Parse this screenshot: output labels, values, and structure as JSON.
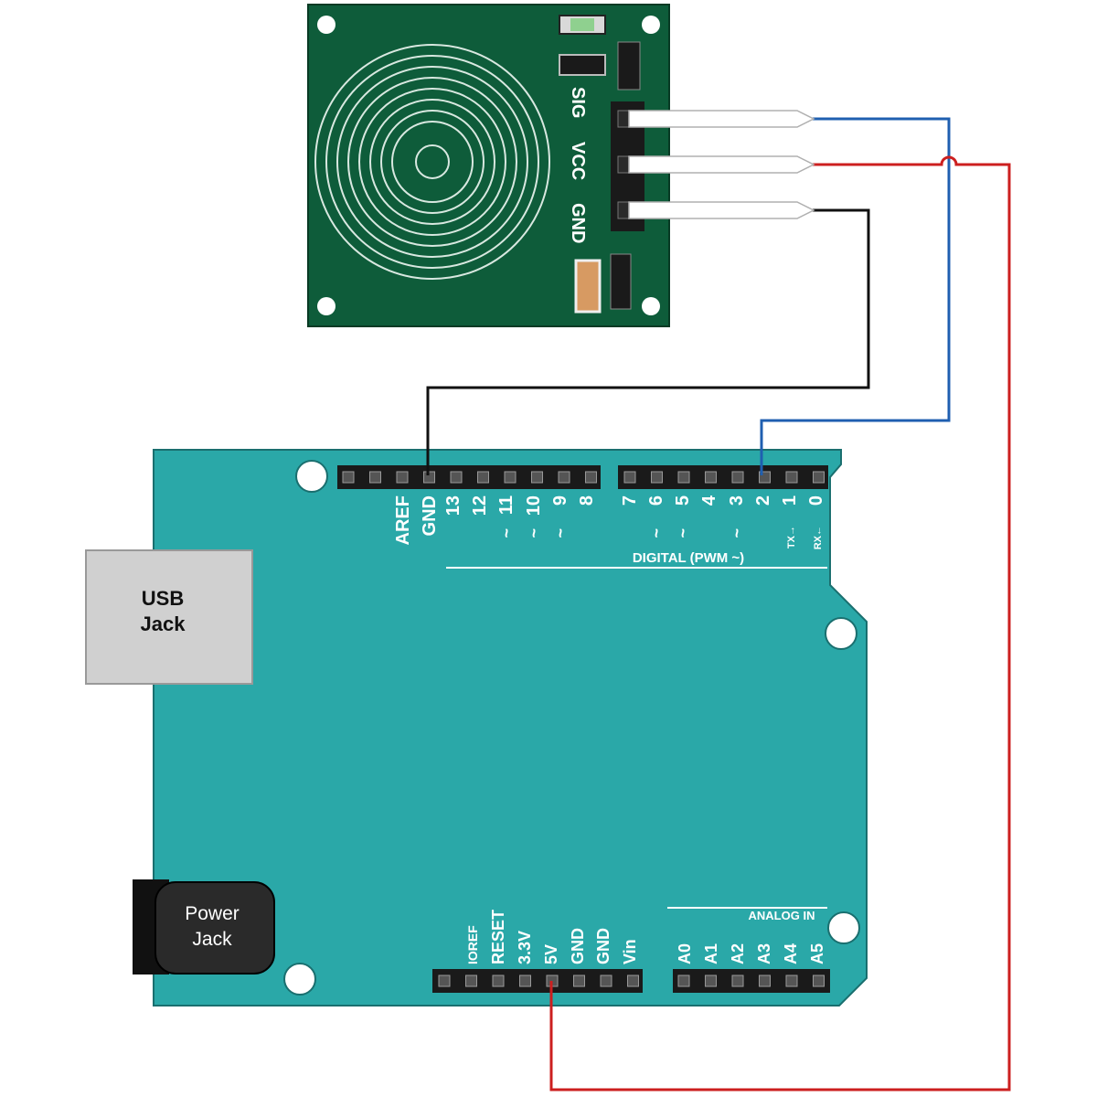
{
  "sensor": {
    "pins": [
      "SIG",
      "VCC",
      "GND"
    ]
  },
  "usb_jack": {
    "line1": "USB",
    "line2": "Jack"
  },
  "power_jack": {
    "line1": "Power",
    "line2": "Jack"
  },
  "header_top_left": {
    "labels": [
      "AREF",
      "GND",
      "13",
      "12",
      "11",
      "10",
      "9",
      "8"
    ],
    "pwm_marks": [
      "",
      "",
      "",
      "",
      "~",
      "~",
      "~",
      ""
    ]
  },
  "header_top_right": {
    "labels": [
      "7",
      "6",
      "5",
      "4",
      "3",
      "2",
      "1",
      "0"
    ],
    "pwm_marks": [
      "",
      "~",
      "~",
      "",
      "~",
      "",
      "TX→",
      "RX←"
    ]
  },
  "digital_caption": "DIGITAL  (PWM ~)",
  "header_power": {
    "labels": [
      "IOREF",
      "RESET",
      "3.3V",
      "5V",
      "GND",
      "GND",
      "Vin"
    ]
  },
  "header_analog": {
    "labels": [
      "A0",
      "A1",
      "A2",
      "A3",
      "A4",
      "A5"
    ]
  },
  "analog_caption": "ANALOG IN",
  "colors": {
    "board": "#2aa8a8",
    "sensor_pcb": "#0e5c3a",
    "wire_sig": "#1f5fb0",
    "wire_vcc": "#cc1f1f",
    "wire_gnd": "#111111"
  }
}
